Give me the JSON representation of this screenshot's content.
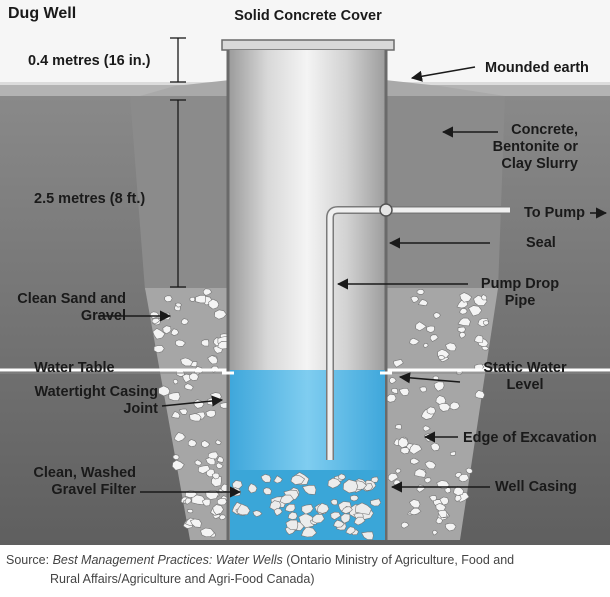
{
  "title": "Dug Well",
  "labels": {
    "cover": "Solid Concrete Cover",
    "cover_height": "0.4 metres (16 in.)",
    "depth": "2.5 metres (8 ft.)",
    "mounded": "Mounded earth",
    "slurry": [
      "Concrete,",
      "Bentonite or",
      "Clay Slurry"
    ],
    "to_pump": "To Pump",
    "seal": "Seal",
    "drop_pipe": [
      "Pump Drop",
      "Pipe"
    ],
    "sand_gravel": [
      "Clean Sand and",
      "Gravel"
    ],
    "water_table": "Water Table",
    "static_level": [
      "Static Water",
      "Level"
    ],
    "casing_joint": [
      "Watertight Casing",
      "Joint"
    ],
    "excavation": "Edge of Excavation",
    "gravel_filter": [
      "Clean, Washed",
      "Gravel Filter"
    ],
    "well_casing": "Well Casing"
  },
  "caption": {
    "prefix": "Source: ",
    "title": "Best Management Practices: Water Wells",
    "rest": " (Ontario Ministry of Agriculture, Food and",
    "line2": "Rural Affairs/Agriculture and Agri-Food Canada)"
  },
  "colors": {
    "sky": "#f6f6f6",
    "soil_dark": "#7f7f7f",
    "soil_light": "#cfcfcf",
    "surface": "#a8a8a8",
    "slurry": "#8c8c8c",
    "gravel_bg": "#aaaaaa",
    "stone": "#f4f4f4",
    "casing": "#c9c9c9",
    "water": "#55b9e8",
    "water_light": "#8fd3f2",
    "filter": "#3aa6d8"
  }
}
